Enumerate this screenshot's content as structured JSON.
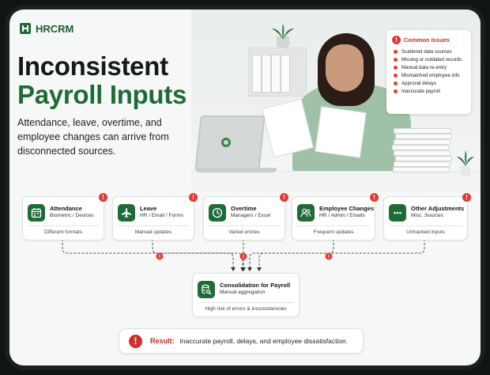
{
  "brand": {
    "name": "HRCRM",
    "accent": "#1f6b37",
    "alert": "#e53935"
  },
  "hero": {
    "title_line1": "Inconsistent",
    "title_line2": "Payroll Inputs",
    "subtitle": "Attendance, leave, overtime, and employee changes can arrive from disconnected sources."
  },
  "issues": {
    "title": "Common Issues",
    "items": [
      "Scattered data sources",
      "Missing or outdated records",
      "Manual data re-entry",
      "Mismatched employee info",
      "Approval delays",
      "Inaccurate payroll"
    ]
  },
  "sources": [
    {
      "title": "Attendance",
      "subtitle": "Biometric / Devices",
      "footer": "Different formats",
      "icon": "calendar-icon"
    },
    {
      "title": "Leave",
      "subtitle": "HR / Email / Forms",
      "footer": "Manual updates",
      "icon": "airplane-icon"
    },
    {
      "title": "Overtime",
      "subtitle": "Managers / Excel",
      "footer": "Varied entries",
      "icon": "clock-icon"
    },
    {
      "title": "Employee Changes",
      "subtitle": "HR / Admin / Emails",
      "footer": "Frequent updates",
      "icon": "people-icon"
    },
    {
      "title": "Other Adjustments",
      "subtitle": "Misc. Sources",
      "footer": "Untracked inputs",
      "icon": "more-icon"
    }
  ],
  "consolidation": {
    "title": "Consolidation for Payroll",
    "subtitle": "Manual aggregation",
    "footer": "High risk of errors & inconsistencies",
    "icon": "database-search-icon"
  },
  "result": {
    "label": "Result:",
    "text": "Inaccurate payroll, delays, and employee dissatisfaction."
  }
}
